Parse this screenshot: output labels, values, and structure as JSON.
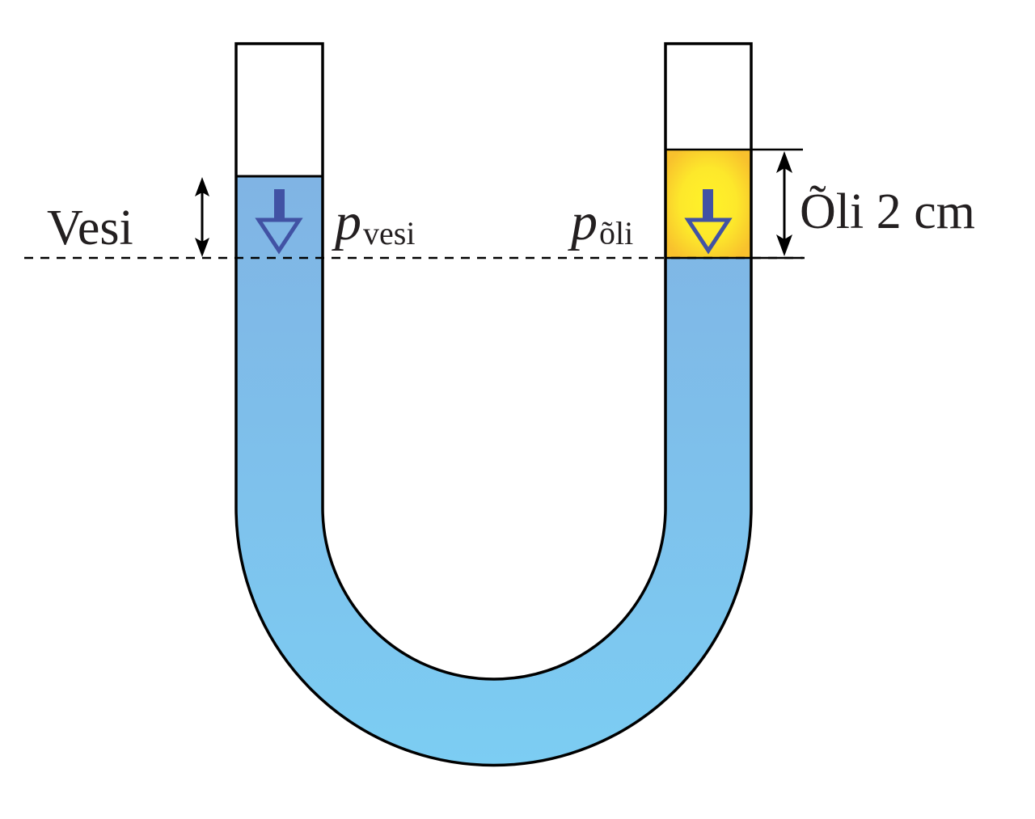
{
  "labels": {
    "water": "Vesi",
    "oil": "Õli 2 cm",
    "p_water_symbol": "p",
    "p_water_subscript": "vesi",
    "p_oil_symbol": "p",
    "p_oil_subscript": "õli"
  },
  "colors": {
    "water_top": "#80b4e4",
    "water_bottom": "#7ccdf3",
    "oil_center": "#fff22a",
    "oil_edge": "#f8c12d",
    "pressure_arrow": "#4152a4",
    "outline": "#000000"
  },
  "icons": [
    "pressure-arrow-icon",
    "height-arrow-icon"
  ]
}
